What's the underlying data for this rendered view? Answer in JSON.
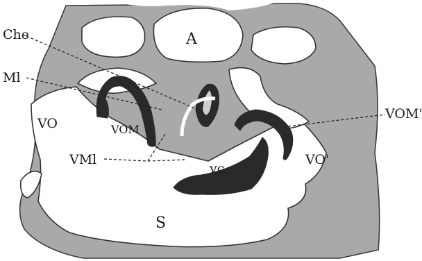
{
  "labels": {
    "che": "Che",
    "ml": "Ml",
    "vo": "VO",
    "vom": "VOM",
    "vml": "VMl",
    "vc": "vc",
    "vom_prime": "VOM'",
    "vo_prime": "VO'",
    "a": "A",
    "s": "S"
  }
}
